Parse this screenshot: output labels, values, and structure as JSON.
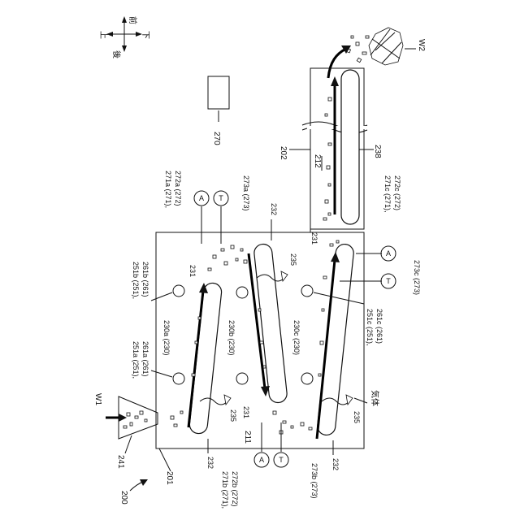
{
  "compass": {
    "up": "上",
    "down": "下",
    "front": "前",
    "back": "後"
  },
  "labels": {
    "system": "200",
    "w1": "W1",
    "w2": "W2",
    "hopper": "241",
    "chamber1": "201",
    "chamber2": "202",
    "controller": "270",
    "space1": "211",
    "space2": "212",
    "gas": "気体",
    "belt230a": "230a (230)",
    "belt230b": "230b (230)",
    "belt230c": "230c (230)",
    "belt238": "238",
    "r231": "231",
    "r232": "232",
    "r235": "235",
    "sensors_a_line1": "271a (271),",
    "sensors_a_line2": "272a (272)",
    "sensors_b_line1": "271b (271),",
    "sensors_b_line2": "272b (272)",
    "sensors_c_line1": "271c (271),",
    "sensors_c_line2": "272c (272)",
    "t273a": "273a (273)",
    "t273b": "273b (273)",
    "t273c": "273c (273)",
    "n251a_1": "251a (251),",
    "n251a_2": "261a (261)",
    "n251b_1": "251b (251),",
    "n251b_2": "261b (261)",
    "n251c_1": "251c (251),",
    "n251c_2": "261c (261)",
    "sensorA": "A",
    "sensorT": "T"
  }
}
